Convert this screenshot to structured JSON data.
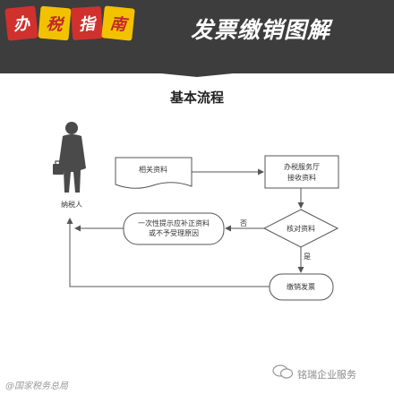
{
  "header": {
    "badges": [
      "办",
      "税",
      "指",
      "南"
    ],
    "title": "发票缴销图解"
  },
  "section_title": "基本流程",
  "flow": {
    "taxpayer": "纳税人",
    "related_materials": "相关资料",
    "office_receive_line1": "办税服务厅",
    "office_receive_line2": "接收资料",
    "verify": "核对资料",
    "notice_line1": "一次性提示应补正资料",
    "notice_line2": "或不予受理原因",
    "no": "否",
    "yes": "是",
    "cancel_invoice": "缴销发票"
  },
  "watermarks": {
    "left": "@国家税务总局",
    "right": "铭瑞企业服务"
  },
  "colors": {
    "header_bg": "#3d3d3d",
    "badge_red": "#d0312d",
    "badge_yellow": "#f2c200",
    "line": "#555555"
  },
  "icons": {
    "person": "businessman-silhouette-icon",
    "wechat": "wechat-icon"
  }
}
